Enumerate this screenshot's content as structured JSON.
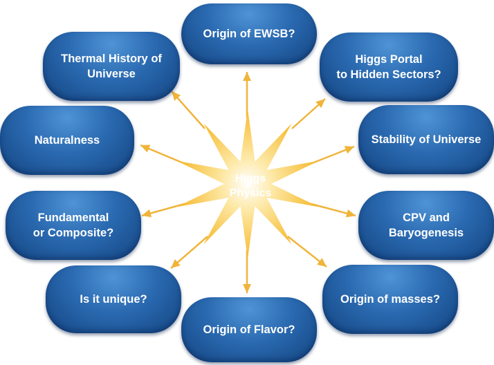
{
  "center": {
    "label": "Higgs\nPhysics"
  },
  "topics": [
    {
      "id": "origin-ewsb",
      "label": "Origin of EWSB?"
    },
    {
      "id": "higgs-portal",
      "label": "Higgs Portal\nto Hidden Sectors?"
    },
    {
      "id": "stability-universe",
      "label": "Stability of Universe"
    },
    {
      "id": "cpv-baryogenesis",
      "label": "CPV and\nBaryogenesis"
    },
    {
      "id": "origin-masses",
      "label": "Origin of masses?"
    },
    {
      "id": "origin-flavor",
      "label": "Origin of Flavor?"
    },
    {
      "id": "is-it-unique",
      "label": "Is it unique?"
    },
    {
      "id": "fundamental-composite",
      "label": "Fundamental\nor Composite?"
    },
    {
      "id": "naturalness",
      "label": "Naturalness"
    },
    {
      "id": "thermal-history",
      "label": "Thermal History of\nUniverse"
    }
  ],
  "colors": {
    "star": "#f9c33a",
    "star_core": "#ffffff",
    "arrow": "#f0b43a",
    "pill": "#2a69b0"
  }
}
